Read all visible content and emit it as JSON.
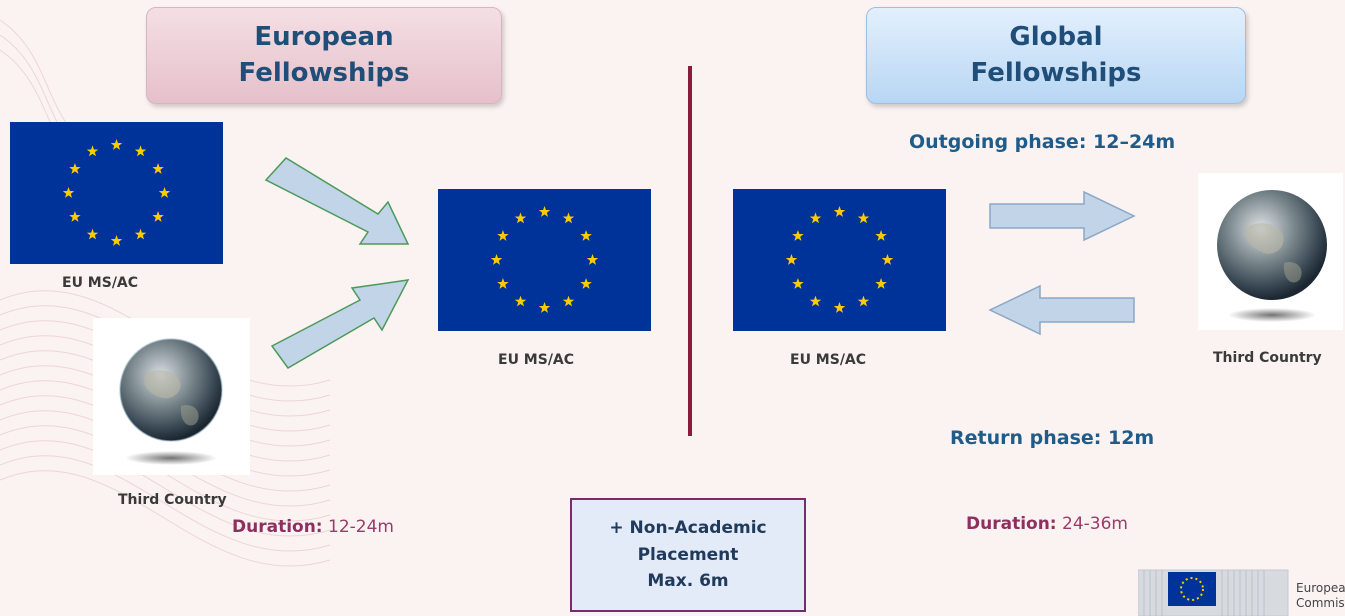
{
  "left_panel": {
    "title_line1": "European",
    "title_line2": "Fellowships",
    "origin_flag_label": "EU  MS/AC",
    "origin_country_label": "Third Country",
    "host_flag_label": "EU  MS/AC",
    "duration_label": "Duration:",
    "duration_value": "12-24m"
  },
  "right_panel": {
    "title_line1": "Global",
    "title_line2": "Fellowships",
    "outgoing_phase": "Outgoing phase: 12–24m",
    "return_phase": "Return phase: 12m",
    "home_flag_label": "EU  MS/AC",
    "third_country_label": "Third Country",
    "duration_label": "Duration:",
    "duration_value": "24-36m"
  },
  "placement_box": {
    "line1": "+ Non-Academic",
    "line2": "Placement",
    "line3": "Max. 6m"
  },
  "footer_logo": {
    "text_line1": "European",
    "text_line2": "Commission"
  },
  "icons": [
    "eu-flag-icon",
    "globe-icon",
    "arrow-right-icon",
    "arrow-left-icon"
  ],
  "colors": {
    "eu_flag_blue": "#003399",
    "eu_star_yellow": "#ffcc00",
    "divider": "#8b1b3d",
    "title_text": "#1f4e79",
    "phase_text": "#1f5c8a",
    "duration_label": "#8e2f5f"
  }
}
